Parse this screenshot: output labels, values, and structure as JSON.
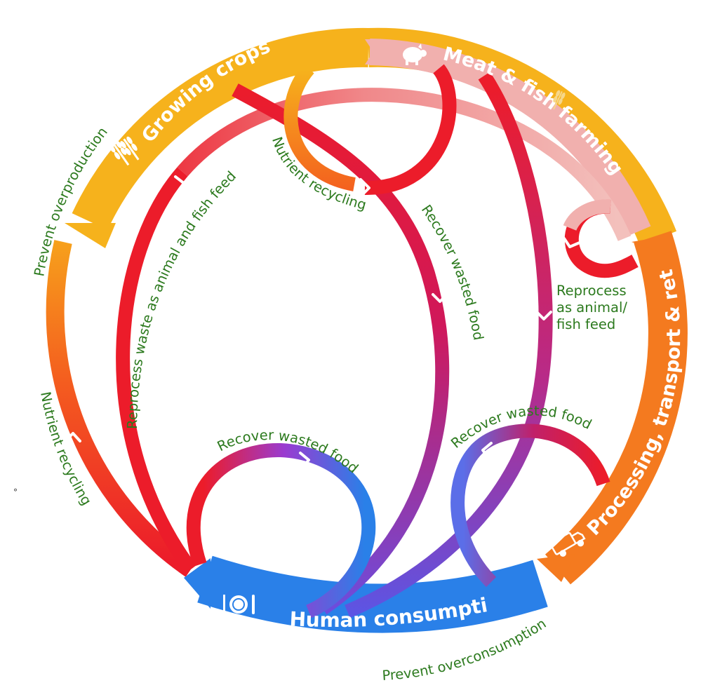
{
  "stages": {
    "growing_crops": "Growing crops",
    "meat_fish": "Meat & fish farming",
    "processing": "Processing, transport & retail",
    "consumption": "Human consumption"
  },
  "flows": {
    "prevent_overproduction": "Prevent overproduction",
    "nutrient_recycling_left": "Nutrient recycling",
    "reprocess_animal_fish_feed": "Reprocess waste as animal and fish feed",
    "nutrient_recycling_top": "Nutrient recycling",
    "recover_wasted_food_center": "Recover wasted food",
    "reprocess_as_feed_1": "Reprocess",
    "reprocess_as_feed_2": "as animal/",
    "reprocess_as_feed_3": "fish feed",
    "recover_wasted_food_right": "Recover wasted food",
    "recover_wasted_food_bottom": "Recover wasted food",
    "prevent_overconsumption": "Prevent overconsumption"
  },
  "stray_mark": "°",
  "icons": [
    "wheat-icon",
    "pig-icon",
    "wheat-icon",
    "truck-icon",
    "plate-cutlery-icon"
  ],
  "colors": {
    "yellow": "#f6b21c",
    "pink": "#f1b0ae",
    "orange": "#f47a1f",
    "blue": "#2a80e8",
    "red": "#ec1c2a",
    "purple": "#8a45d8",
    "label_green": "#2c7a1e"
  }
}
